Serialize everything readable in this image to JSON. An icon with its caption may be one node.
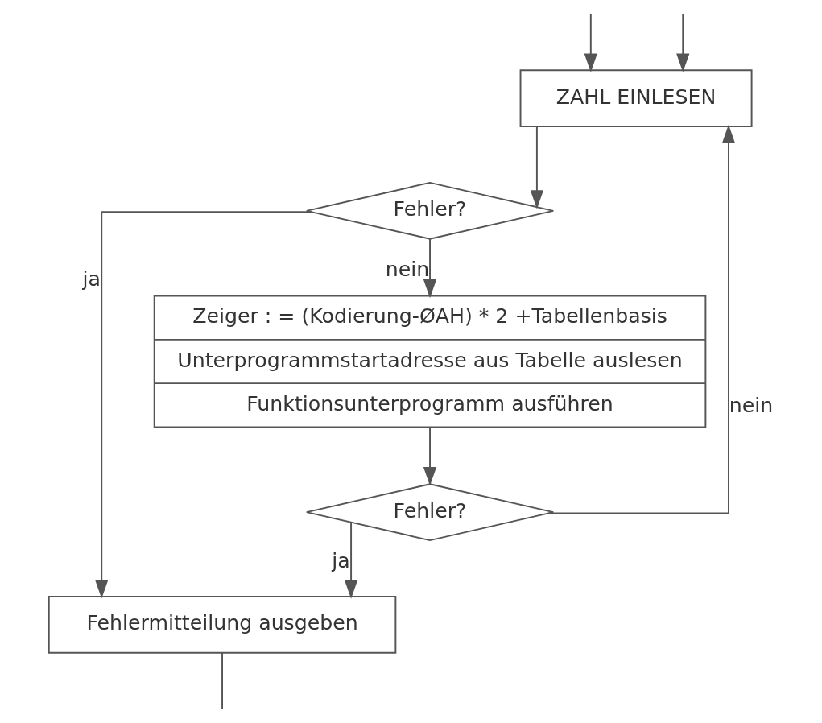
{
  "diagram": {
    "nodes": [
      {
        "text": [
          "ZAHL EINLESEN"
        ]
      },
      {
        "text": [
          "Fehler?"
        ]
      },
      {
        "text": [
          "Zeiger : = (Kodierung-ØAH) * 2 +Tabellenbasis",
          "Unterprogrammstartadresse aus Tabelle auslesen",
          "Funktionsunterprogramm ausführen"
        ]
      },
      {
        "text": [
          "Fehler?"
        ]
      },
      {
        "text": [
          "Fehlermitteilung ausgeben"
        ]
      }
    ],
    "edges": [
      {
        "from": null,
        "to": 0,
        "arrow": "to"
      },
      {
        "from": null,
        "to": 0,
        "arrow": "to"
      },
      {
        "from": 0,
        "to": 1,
        "arrow": "to"
      },
      {
        "from": 1,
        "to": 4,
        "arrow": "to",
        "label": "ja"
      },
      {
        "from": 1,
        "to": 2,
        "arrow": "to",
        "label": "nein"
      },
      {
        "from": 2,
        "to": 3,
        "arrow": "to"
      },
      {
        "from": 3,
        "to": 0,
        "arrow": "to",
        "label": "nein"
      },
      {
        "from": 3,
        "to": 4,
        "arrow": "to",
        "label": "ja"
      },
      {
        "from": 4,
        "to": null,
        "arrow": "none"
      }
    ]
  }
}
